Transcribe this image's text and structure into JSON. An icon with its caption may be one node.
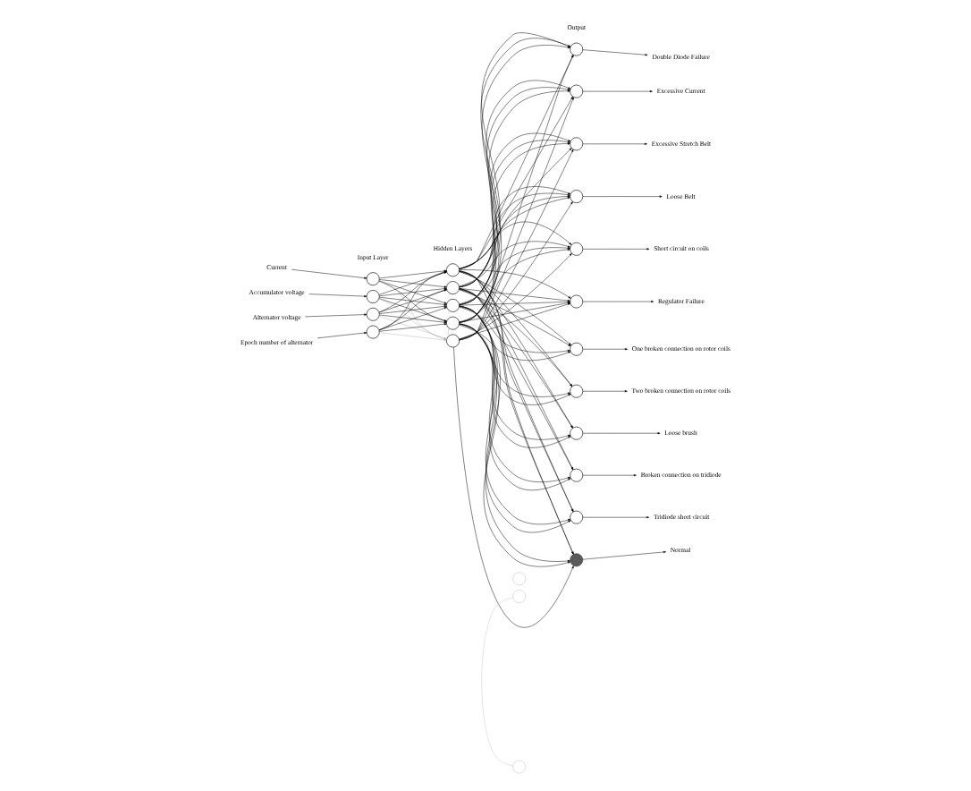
{
  "diagram": {
    "nodes": [
      {
        "text": [
          "Current"
        ]
      },
      {
        "text": [
          "Accumulator voltage"
        ]
      },
      {
        "text": [
          "Alternator voltage"
        ]
      },
      {
        "text": [
          "Epoch number of alternator"
        ]
      },
      {
        "text": [],
        "shape": "circle"
      },
      {
        "text": [],
        "shape": "circle"
      },
      {
        "text": [],
        "shape": "circle"
      },
      {
        "text": [],
        "shape": "circle"
      },
      {
        "text": [],
        "shape": "circle"
      },
      {
        "text": [],
        "shape": "circle"
      },
      {
        "text": [],
        "shape": "circle"
      },
      {
        "text": [],
        "shape": "circle"
      },
      {
        "text": [],
        "shape": "circle"
      },
      {
        "text": [],
        "shape": "circle"
      },
      {
        "text": [],
        "shape": "circle"
      },
      {
        "text": [],
        "shape": "circle"
      },
      {
        "text": [],
        "shape": "circle"
      },
      {
        "text": [],
        "shape": "circle"
      },
      {
        "text": [],
        "shape": "circle"
      },
      {
        "text": [],
        "shape": "circle"
      },
      {
        "text": [],
        "shape": "circle"
      },
      {
        "text": [],
        "shape": "circle"
      },
      {
        "text": [],
        "shape": "circle"
      },
      {
        "text": [],
        "shape": "circle"
      },
      {
        "text": [],
        "shape": "circle"
      },
      {
        "text": [],
        "shape": "circle"
      },
      {
        "text": [],
        "shape": "circle"
      },
      {
        "text": [],
        "shape": "circle"
      },
      {
        "text": [
          "Double Diode Failure"
        ]
      },
      {
        "text": [
          "Excessive Current"
        ]
      },
      {
        "text": [
          "Excessive Stretch Belt"
        ]
      },
      {
        "text": [
          "Loose Belt"
        ]
      },
      {
        "text": [
          "Short circuit on coils"
        ]
      },
      {
        "text": [
          "Regulator Failure"
        ]
      },
      {
        "text": [
          "One broken connection on rotor coils"
        ]
      },
      {
        "text": [
          "Two broken connection on rotor coils"
        ]
      },
      {
        "text": [
          "Loose brush"
        ]
      },
      {
        "text": [
          "Broken connection on tridiode"
        ]
      },
      {
        "text": [
          "Tridiode short circuit"
        ]
      },
      {
        "text": [
          "Normal"
        ]
      }
    ],
    "edges": [
      {
        "from": 0,
        "to": 4,
        "arrow": "to"
      },
      {
        "from": 1,
        "to": 5,
        "arrow": "to"
      },
      {
        "from": 2,
        "to": 6,
        "arrow": "to"
      },
      {
        "from": 3,
        "to": 7,
        "arrow": "to"
      },
      {
        "from": 4,
        "to": 8,
        "arrow": "to"
      },
      {
        "from": 4,
        "to": 9,
        "arrow": "to"
      },
      {
        "from": 4,
        "to": 10,
        "arrow": "to"
      },
      {
        "from": 4,
        "to": 11,
        "arrow": "to"
      },
      {
        "from": 5,
        "to": 8,
        "arrow": "to"
      },
      {
        "from": 5,
        "to": 9,
        "arrow": "to"
      },
      {
        "from": 5,
        "to": 10,
        "arrow": "to"
      },
      {
        "from": 5,
        "to": 11,
        "arrow": "to"
      },
      {
        "from": 6,
        "to": 8,
        "arrow": "to"
      },
      {
        "from": 6,
        "to": 9,
        "arrow": "to"
      },
      {
        "from": 6,
        "to": 10,
        "arrow": "to"
      },
      {
        "from": 6,
        "to": 11,
        "arrow": "to"
      },
      {
        "from": 7,
        "to": 8,
        "arrow": "to"
      },
      {
        "from": 7,
        "to": 9,
        "arrow": "to"
      },
      {
        "from": 7,
        "to": 10,
        "arrow": "to"
      },
      {
        "from": 7,
        "to": 11,
        "arrow": "to"
      },
      {
        "from": 4,
        "to": 12,
        "arrow": "to",
        "color": "#b4b4b4"
      },
      {
        "from": 5,
        "to": 12,
        "arrow": "to",
        "color": "#b4b4b4"
      },
      {
        "from": 6,
        "to": 12,
        "arrow": "to",
        "color": "#b4b4b4"
      },
      {
        "from": 7,
        "to": 12,
        "arrow": "to",
        "color": "#b4b4b4"
      },
      {
        "from": 11,
        "to": 12,
        "arrow": "none",
        "color": "#b4b4b4"
      },
      {
        "from": 14,
        "to": 15,
        "arrow": "none",
        "color": "#c8c8c8"
      },
      {
        "from": 8,
        "to": 16,
        "arrow": "to"
      },
      {
        "from": 8,
        "to": 17,
        "arrow": "to"
      },
      {
        "from": 8,
        "to": 18,
        "arrow": "to"
      },
      {
        "from": 8,
        "to": 19,
        "arrow": "to"
      },
      {
        "from": 8,
        "to": 20,
        "arrow": "to"
      },
      {
        "from": 8,
        "to": 21,
        "arrow": "to"
      },
      {
        "from": 8,
        "to": 22,
        "arrow": "to"
      },
      {
        "from": 8,
        "to": 23,
        "arrow": "to"
      },
      {
        "from": 8,
        "to": 24,
        "arrow": "to"
      },
      {
        "from": 8,
        "to": 25,
        "arrow": "to"
      },
      {
        "from": 8,
        "to": 26,
        "arrow": "to"
      },
      {
        "from": 8,
        "to": 27,
        "arrow": "to"
      },
      {
        "from": 9,
        "to": 16,
        "arrow": "to"
      },
      {
        "from": 9,
        "to": 17,
        "arrow": "to"
      },
      {
        "from": 9,
        "to": 18,
        "arrow": "to"
      },
      {
        "from": 9,
        "to": 19,
        "arrow": "to"
      },
      {
        "from": 9,
        "to": 20,
        "arrow": "to"
      },
      {
        "from": 9,
        "to": 21,
        "arrow": "to"
      },
      {
        "from": 9,
        "to": 22,
        "arrow": "to"
      },
      {
        "from": 9,
        "to": 23,
        "arrow": "to"
      },
      {
        "from": 9,
        "to": 24,
        "arrow": "to"
      },
      {
        "from": 9,
        "to": 25,
        "arrow": "to"
      },
      {
        "from": 9,
        "to": 26,
        "arrow": "to"
      },
      {
        "from": 9,
        "to": 27,
        "arrow": "to"
      },
      {
        "from": 10,
        "to": 16,
        "arrow": "to"
      },
      {
        "from": 10,
        "to": 17,
        "arrow": "to"
      },
      {
        "from": 10,
        "to": 18,
        "arrow": "to"
      },
      {
        "from": 10,
        "to": 19,
        "arrow": "to"
      },
      {
        "from": 10,
        "to": 20,
        "arrow": "to"
      },
      {
        "from": 10,
        "to": 21,
        "arrow": "to"
      },
      {
        "from": 10,
        "to": 22,
        "arrow": "to"
      },
      {
        "from": 10,
        "to": 23,
        "arrow": "to"
      },
      {
        "from": 10,
        "to": 24,
        "arrow": "to"
      },
      {
        "from": 10,
        "to": 25,
        "arrow": "to"
      },
      {
        "from": 10,
        "to": 26,
        "arrow": "to"
      },
      {
        "from": 10,
        "to": 27,
        "arrow": "to"
      },
      {
        "from": 11,
        "to": 16,
        "arrow": "to"
      },
      {
        "from": 11,
        "to": 17,
        "arrow": "to"
      },
      {
        "from": 11,
        "to": 18,
        "arrow": "to"
      },
      {
        "from": 11,
        "to": 19,
        "arrow": "to"
      },
      {
        "from": 11,
        "to": 20,
        "arrow": "to"
      },
      {
        "from": 11,
        "to": 21,
        "arrow": "to"
      },
      {
        "from": 11,
        "to": 22,
        "arrow": "to"
      },
      {
        "from": 11,
        "to": 23,
        "arrow": "to"
      },
      {
        "from": 11,
        "to": 24,
        "arrow": "to"
      },
      {
        "from": 11,
        "to": 25,
        "arrow": "to"
      },
      {
        "from": 11,
        "to": 26,
        "arrow": "to"
      },
      {
        "from": 11,
        "to": 27,
        "arrow": "to"
      },
      {
        "from": 12,
        "to": 16,
        "arrow": "to"
      },
      {
        "from": 12,
        "to": 17,
        "arrow": "to"
      },
      {
        "from": 12,
        "to": 18,
        "arrow": "to"
      },
      {
        "from": 12,
        "to": 19,
        "arrow": "to"
      },
      {
        "from": 12,
        "to": 20,
        "arrow": "to"
      },
      {
        "from": 12,
        "to": 21,
        "arrow": "to"
      },
      {
        "from": 12,
        "to": 27,
        "arrow": "to"
      },
      {
        "from": 16,
        "to": 28,
        "arrow": "to"
      },
      {
        "from": 17,
        "to": 29,
        "arrow": "to"
      },
      {
        "from": 18,
        "to": 30,
        "arrow": "to"
      },
      {
        "from": 19,
        "to": 31,
        "arrow": "to"
      },
      {
        "from": 20,
        "to": 32,
        "arrow": "to"
      },
      {
        "from": 21,
        "to": 33,
        "arrow": "to"
      },
      {
        "from": 22,
        "to": 34,
        "arrow": "to"
      },
      {
        "from": 23,
        "to": 35,
        "arrow": "to"
      },
      {
        "from": 24,
        "to": 36,
        "arrow": "to"
      },
      {
        "from": 25,
        "to": 37,
        "arrow": "to"
      },
      {
        "from": 26,
        "to": 38,
        "arrow": "to"
      },
      {
        "from": 27,
        "to": 39,
        "arrow": "to"
      }
    ],
    "labels": [
      "Hidden Layers",
      "Input Layer",
      "Output"
    ]
  }
}
